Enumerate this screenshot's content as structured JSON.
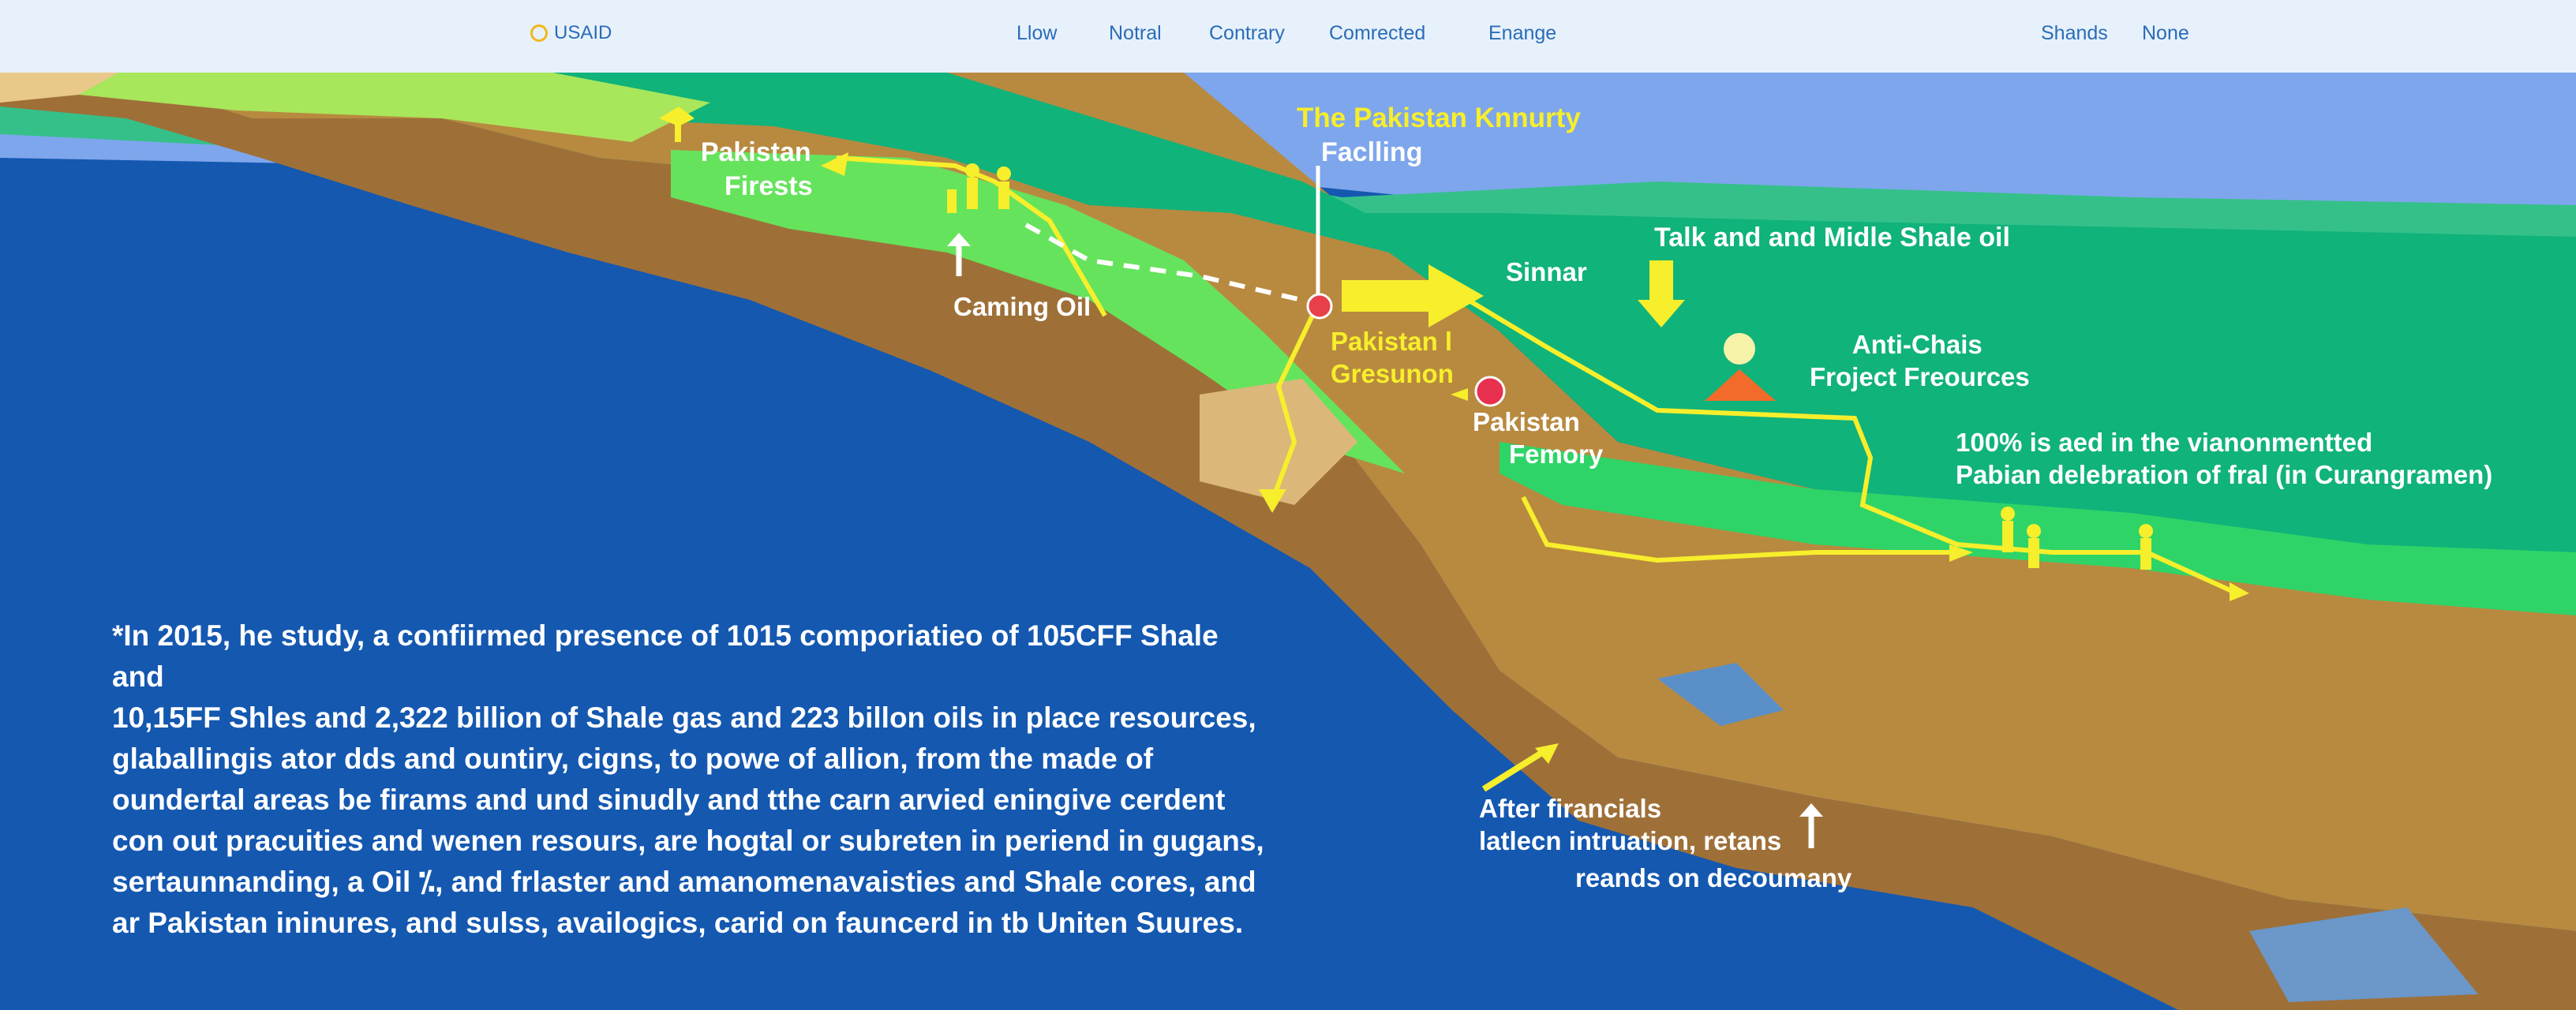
{
  "nav": {
    "brand": "USAID",
    "links": [
      "Llow",
      "Notral",
      "Contrary",
      "Comrected",
      "Enange"
    ],
    "right_links": [
      "Shands",
      "None"
    ]
  },
  "labels": {
    "title": "The Pakistan Knnurty",
    "subtitle": "Faclling",
    "pakistan_firests": [
      "Pakistan",
      "Firests"
    ],
    "caming_oil": "Caming Oil",
    "pakistan_gresunon": [
      "Pakistan l",
      "Gresunon"
    ],
    "sinnar": "Sinnar",
    "talk_shale": "Talk and and Midle Shale oil",
    "anti_chais": [
      "Anti-Chais",
      "Froject Freources"
    ],
    "pakistan_femory": [
      "Pakistan",
      "Femory"
    ],
    "pct_note": [
      "100% is aed in the vianonmentted",
      "Pabian delebration of fral (in Curangramen)"
    ],
    "after": [
      "After firancials",
      "latlecn intruation, retans"
    ],
    "reands": "reands on decoumany"
  },
  "paragraph": [
    "*In 2015, he study, a confiirmed presence of 1015 comporiatieo of 105CFF Shale and",
    "10,15FF Shles and 2,322 billion of Shale gas and 223 billon oils in place resources,",
    "glaballingis ator dds and ountiry, cigns, to powe of allion, from the made of",
    "oundertal areas be firams and und sinudly and tthe carn arvied eningive cerdent",
    "con out pracuities and wenen resours, are hogtal or subreten in periend in gugans,",
    "sertaunnanding, a Oil ⁒, and frlaster and amanomenavaisties and Shale cores, and",
    "ar Pakistan ininures, and sulss, availogics, carid on fauncerd in tb Uniten Suures."
  ],
  "colors": {
    "sea": "#1458b0",
    "sky": "#7ea6ec",
    "plateau": "#10b37a",
    "grass": "#2fd468",
    "cliff": "#b88a3f",
    "highlight": "#f7ee2c",
    "marker_red": "#e8404a"
  }
}
